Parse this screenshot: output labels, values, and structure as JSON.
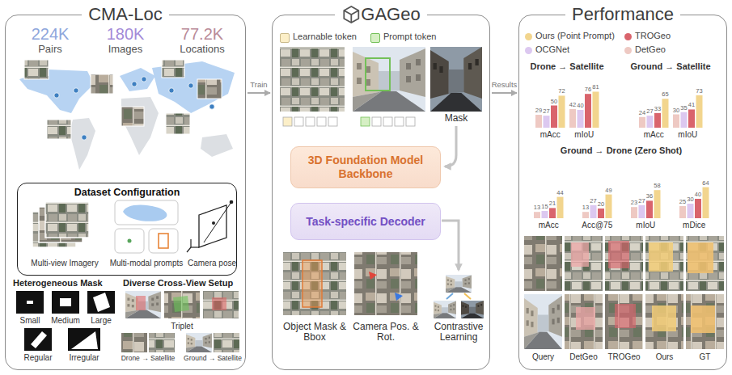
{
  "diagram": {
    "nodes": [
      {
        "text": [
          "CMA-Loc"
        ]
      },
      {
        "text": [
          "Dataset Configuration"
        ],
        "in": 0
      },
      {
        "text": [
          "GAGeo"
        ]
      },
      {
        "text": [
          "3D Foundation Model Backbone"
        ],
        "in": 2
      },
      {
        "text": [
          "Task-specific Decoder"
        ],
        "in": 2
      },
      {
        "text": [
          "Performance"
        ]
      }
    ],
    "edges": [
      {
        "from": 0,
        "to": 2,
        "arrow": "to",
        "label": "Train"
      },
      {
        "from": 2,
        "to": 5,
        "arrow": "to",
        "label": "Results"
      }
    ],
    "labels": [
      "224K",
      "Pairs",
      "180K",
      "Images",
      "77.2K",
      "Locations",
      "Multi-view Imagery",
      "Multi-modal prompts",
      "Camera pose",
      "Heterogeneous Mask",
      "Small",
      "Medium",
      "Large",
      "Regular",
      "Irregular",
      "Diverse Cross-View Setup",
      "Triplet",
      "Drone → Satellite",
      "Ground → Satellite",
      "Mask",
      "Object Mask & Bbox",
      "Camera Pos. & Rot.",
      "Contrastive Learning",
      "Drone → Satellite",
      "Ground → Satellite",
      "Ground → Drone (Zero Shot)",
      "29",
      "27",
      "50",
      "72",
      "mAcc",
      "42",
      "40",
      "76",
      "81",
      "mIoU",
      "24",
      "27",
      "33",
      "65",
      "mAcc",
      "30",
      "35",
      "41",
      "73",
      "mIoU",
      "13",
      "15",
      "21",
      "44",
      "mAcc",
      "13",
      "27",
      "20",
      "49",
      "Acc@75",
      "23",
      "27",
      "36",
      "58",
      "mIoU",
      "25",
      "30",
      "40",
      "64",
      "mDice",
      "Query",
      "DetGeo",
      "TROGeo",
      "Ours",
      "GT"
    ],
    "legend": [
      {
        "text": "Learnable token",
        "color": "#fcefc8"
      },
      {
        "text": "Prompt token",
        "color": "#d6efc4"
      },
      {
        "text": "Ours (Point Prompt)",
        "color": "#f2d58e"
      },
      {
        "text": "TROGeo",
        "color": "#d9646c"
      },
      {
        "text": "OCGNet",
        "color": "#dcc8f0"
      },
      {
        "text": "DetGeo",
        "color": "#eec9c3"
      }
    ]
  }
}
